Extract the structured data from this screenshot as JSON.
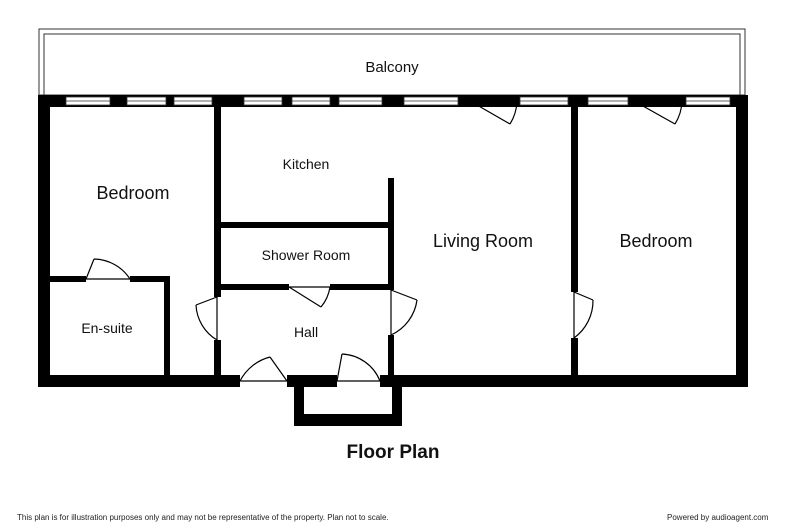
{
  "plan": {
    "title": "Floor Plan",
    "rooms": {
      "balcony": "Balcony",
      "kitchen": "Kitchen",
      "bedroom_left": "Bedroom",
      "shower_room": "Shower Room",
      "living_room": "Living Room",
      "bedroom_right": "Bedroom",
      "en_suite": "En-suite",
      "hall": "Hall"
    }
  },
  "footer": {
    "disclaimer": "This plan is for illustration purposes only and may not be representative of the property. Plan not to scale.",
    "powered_by": "Powered by audioagent.com"
  },
  "colors": {
    "wall": "#000000",
    "background": "#ffffff",
    "window_frame": "#333333"
  }
}
